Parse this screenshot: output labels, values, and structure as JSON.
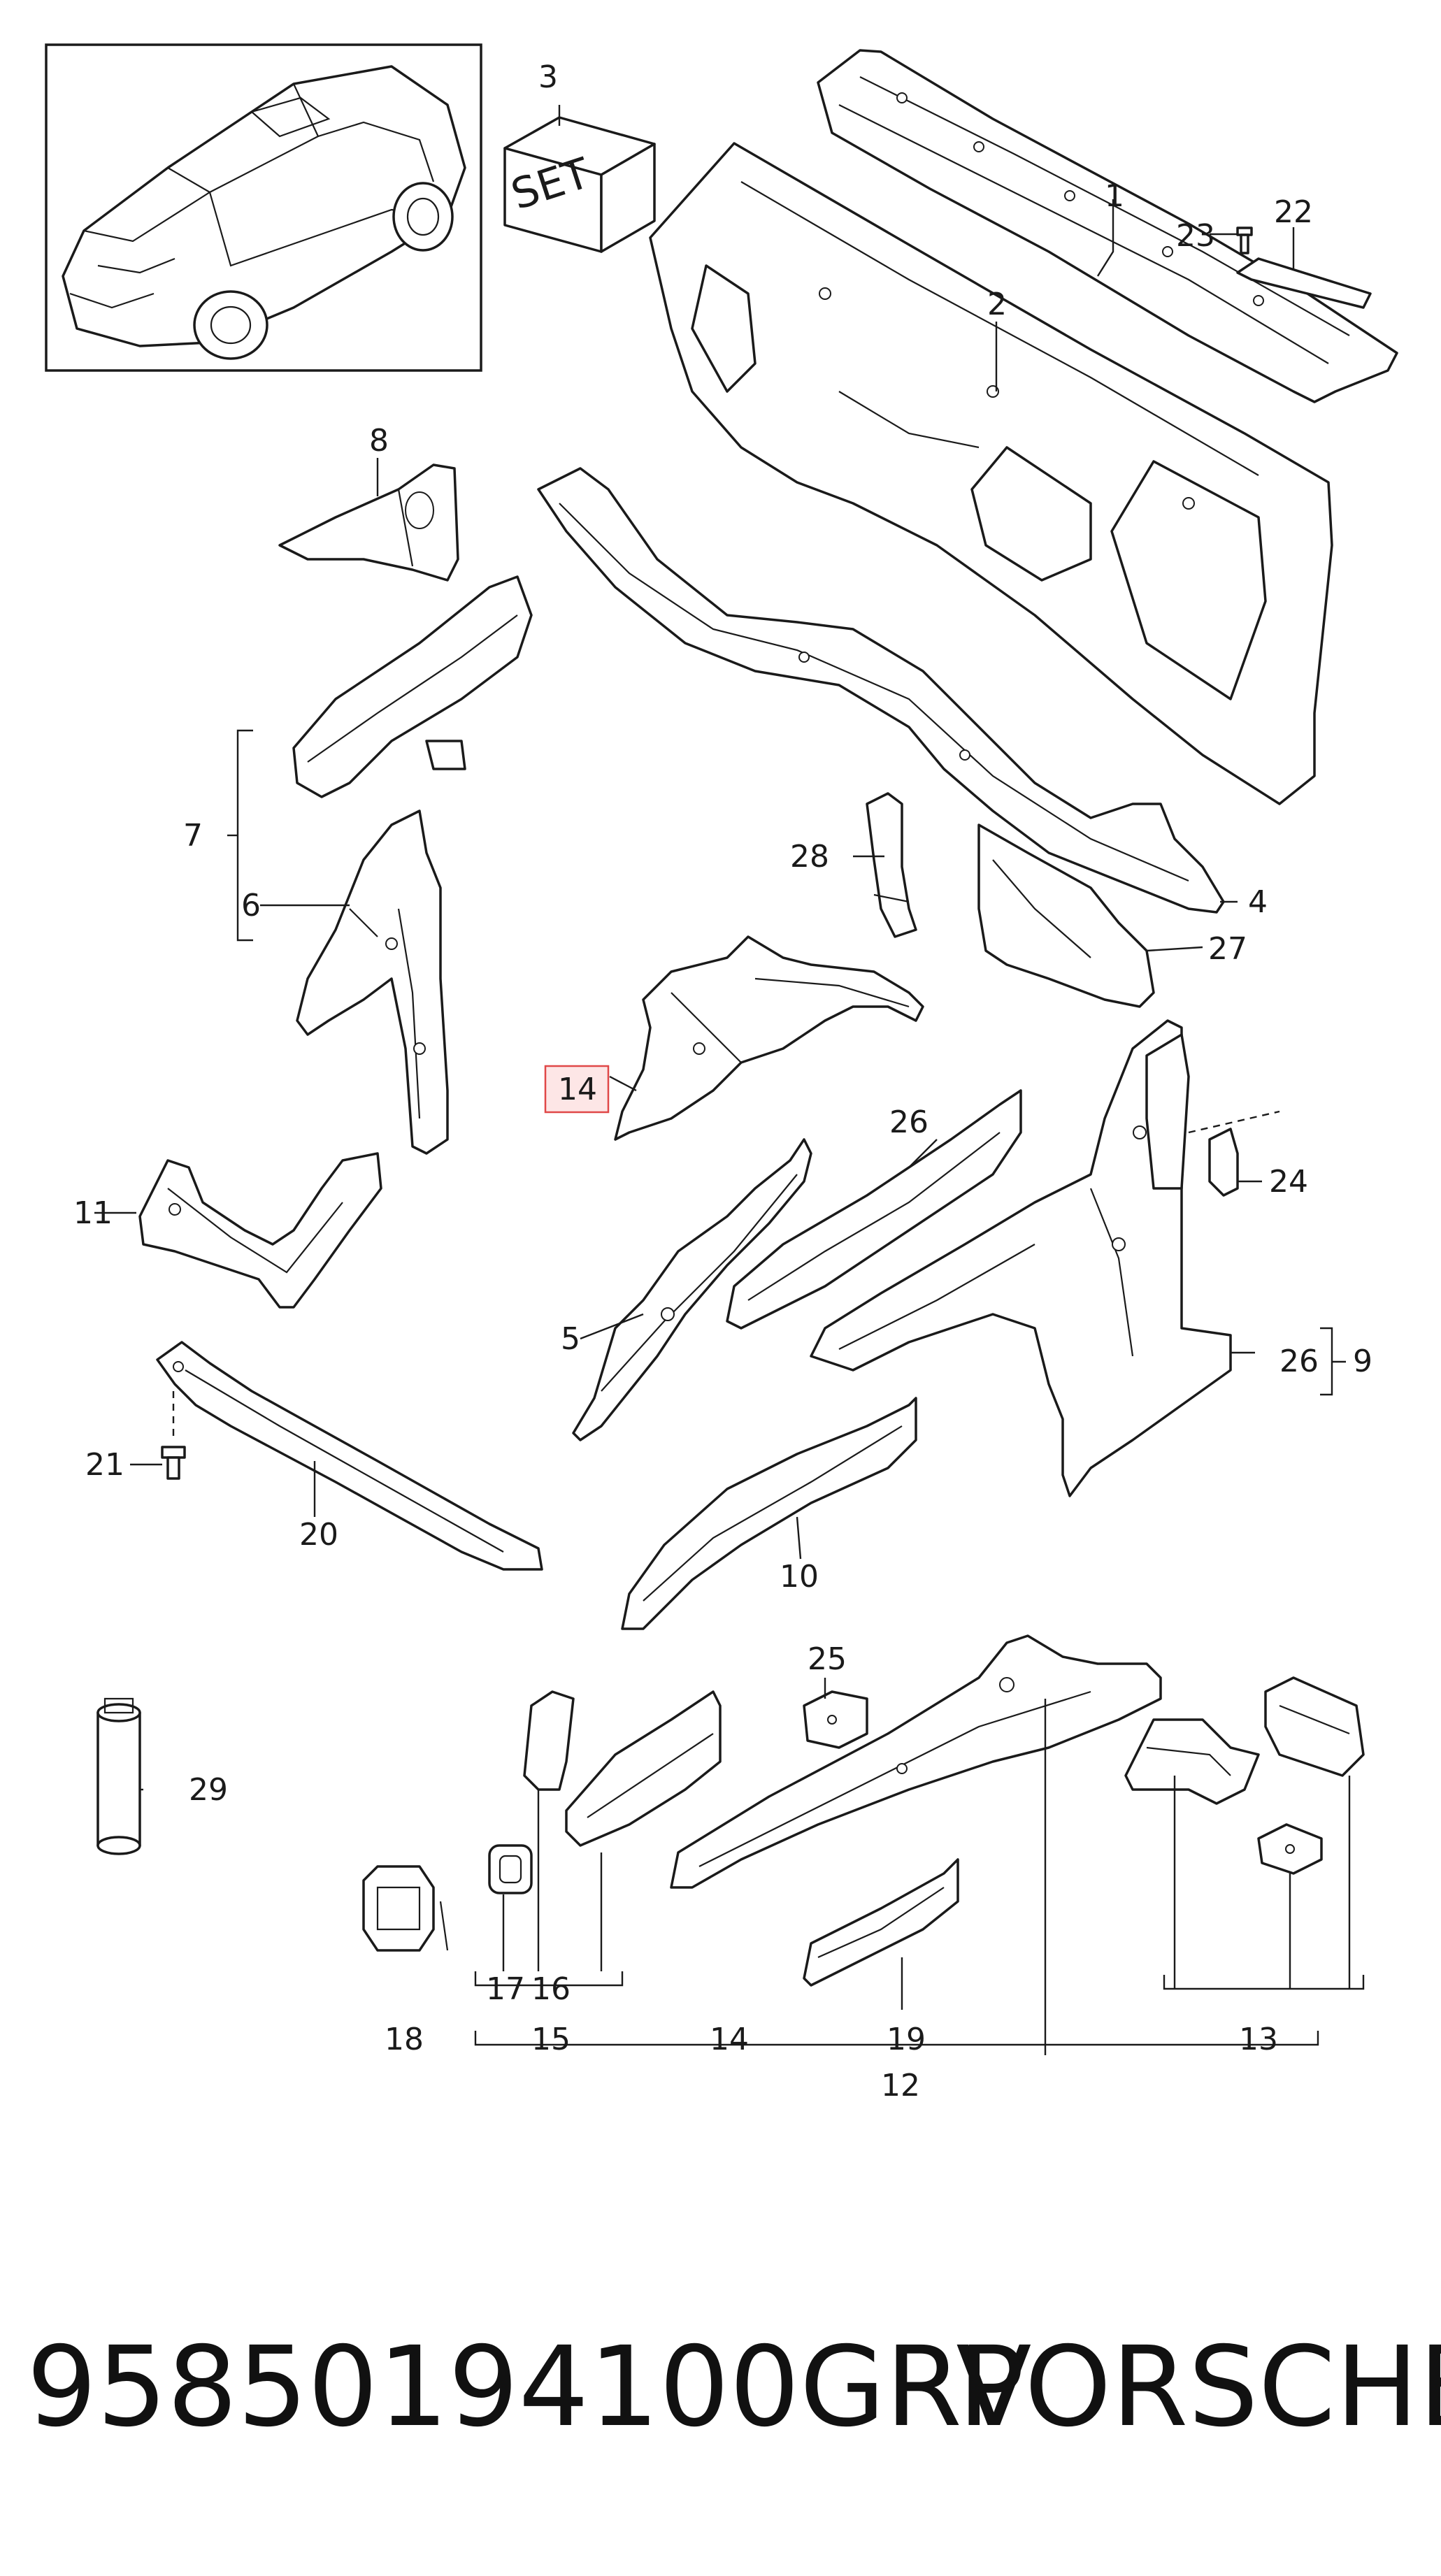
{
  "footer": {
    "part_number": "95850194100GRV",
    "brand": "PORSCHE"
  },
  "set_box_text": "SET",
  "callouts": {
    "c1": "1",
    "c2": "2",
    "c3": "3",
    "c4": "4",
    "c5": "5",
    "c6": "6",
    "c7": "7",
    "c8": "8",
    "c9": "9",
    "c10": "10",
    "c11": "11",
    "c12": "12",
    "c13": "13",
    "c14_highlight": "14",
    "c14_group": "14",
    "c15": "15",
    "c16": "16",
    "c17": "17",
    "c18": "18",
    "c19": "19",
    "c20": "20",
    "c21": "21",
    "c22": "22",
    "c23": "23",
    "c24": "24",
    "c25": "25",
    "c26_a": "26",
    "c26_b": "26",
    "c27": "27",
    "c28": "28",
    "c29": "29"
  },
  "colors": {
    "highlight_fill": "#fde6e6",
    "highlight_stroke": "#e04848",
    "line": "#1a1a1a"
  }
}
